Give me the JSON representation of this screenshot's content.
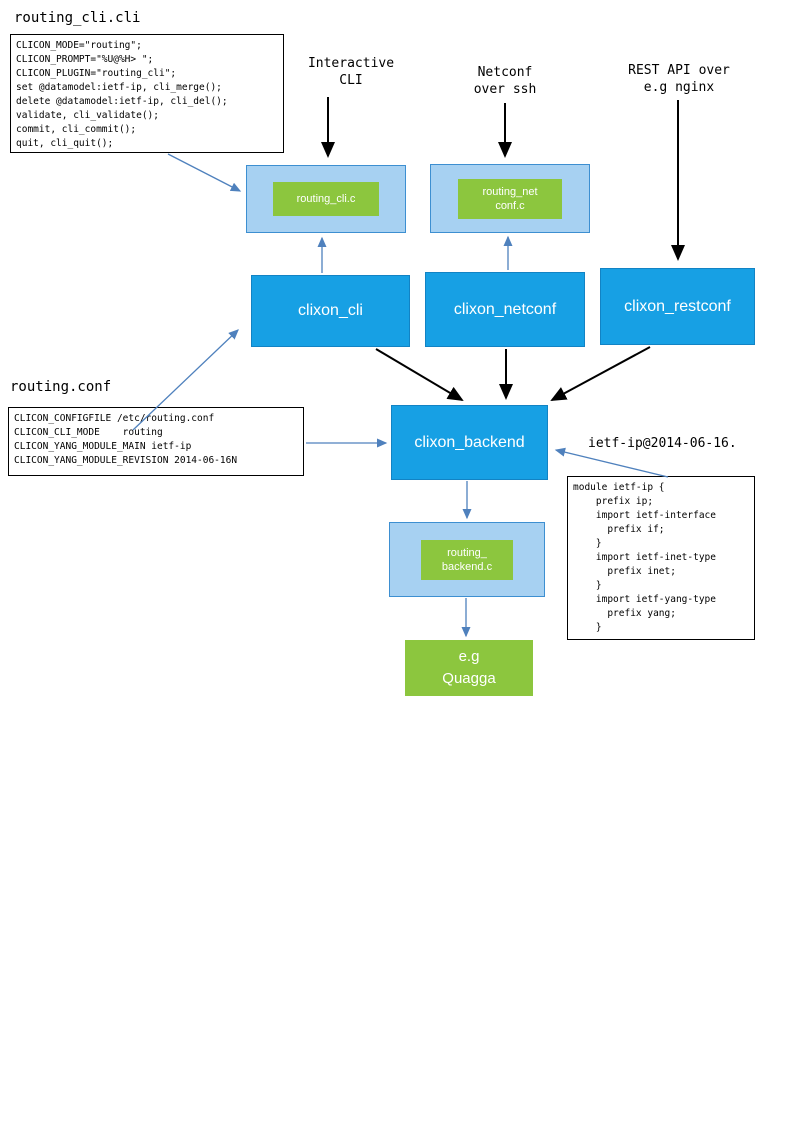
{
  "labels": {
    "routing_cli_title": "routing_cli.cli",
    "interactive_cli": "Interactive\nCLI",
    "netconf_ssh": "Netconf\nover ssh",
    "rest_api": "REST API over\ne.g nginx",
    "routing_conf_title": "routing.conf",
    "ietf_revision": "ietf-ip@2014-06-16."
  },
  "code_blocks": {
    "routing_cli": "CLICON_MODE=\"routing\";\nCLICON_PROMPT=\"%U@%H> \";\nCLICON_PLUGIN=\"routing_cli\";\nset @datamodel:ietf-ip, cli_merge();\ndelete @datamodel:ietf-ip, cli_del();\nvalidate, cli_validate();\ncommit, cli_commit();\nquit, cli_quit();",
    "routing_conf": "CLICON_CONFIGFILE /etc/routing.conf\nCLICON_CLI_MODE    routing\nCLICON_YANG_MODULE_MAIN ietf-ip\nCLICON_YANG_MODULE_REVISION 2014-06-16N",
    "ietf_yang": "module ietf-ip {\n    prefix ip;\n    import ietf-interface\n      prefix if;\n    }\n    import ietf-inet-type\n      prefix inet;\n    }\n    import ietf-yang-type\n      prefix yang;\n    }"
  },
  "nodes": {
    "routing_cli_c": "routing_cli.c",
    "routing_netconf_c": "routing_net\nconf.c",
    "clixon_cli": "clixon_cli",
    "clixon_netconf": "clixon_netconf",
    "clixon_restconf": "clixon_restconf",
    "clixon_backend": "clixon_backend",
    "routing_backend_c": "routing_\nbackend.c",
    "quagga": "e.g\nQuagga"
  },
  "colors": {
    "box_blue": "#17a0e4",
    "box_blue_border": "#1283c4",
    "box_light_blue": "#a7d1f2",
    "box_light_border": "#3d8fd1",
    "box_green": "#8cc63e",
    "arrow_blue": "#4f81bd",
    "arrow_black": "#000000"
  }
}
